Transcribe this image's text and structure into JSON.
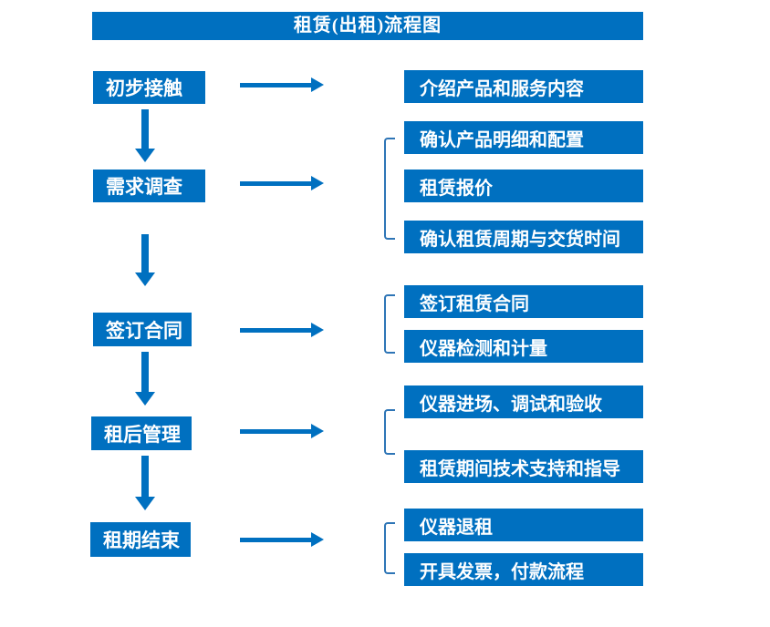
{
  "title": "租赁(出租)流程图",
  "colors": {
    "primary": "#0070C0",
    "bracket": "#2E75B6",
    "text": "#FFFFFF",
    "background": "#FFFFFF"
  },
  "stages": [
    {
      "label": "初步接触",
      "details": [
        "介绍产品和服务内容"
      ]
    },
    {
      "label": "需求调查",
      "details": [
        "确认产品明细和配置",
        "租赁报价",
        "确认租赁周期与交货时间"
      ]
    },
    {
      "label": "签订合同",
      "details": [
        "签订租赁合同",
        "仪器检测和计量"
      ]
    },
    {
      "label": "租后管理",
      "details": [
        "仪器进场、调试和验收",
        "租赁期间技术支持和指导"
      ]
    },
    {
      "label": "租期结束",
      "details": [
        "仪器退租",
        "开具发票，付款流程"
      ]
    }
  ]
}
